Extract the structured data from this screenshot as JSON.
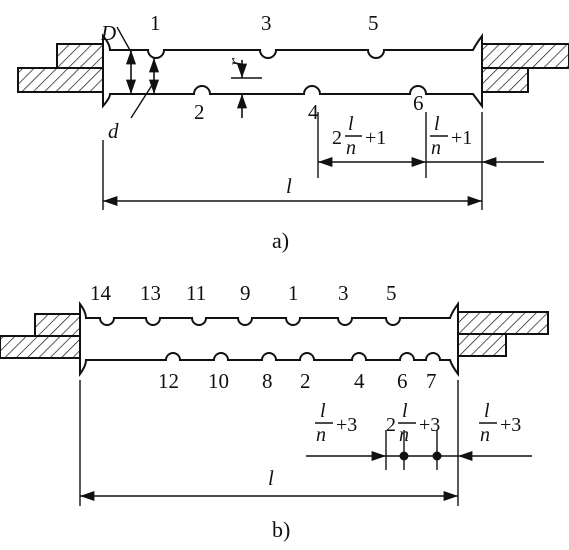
{
  "figure_a": {
    "caption": "a)",
    "hole_labels_top": [
      "1",
      "3",
      "5"
    ],
    "hole_labels_bottom": [
      "2",
      "4",
      "6"
    ],
    "symbol_D": "D",
    "symbol_d": "d",
    "symbol_r": "r",
    "length_label": "l",
    "dim_left": {
      "coef": "2",
      "num": "l",
      "den": "n",
      "suffix": "+1"
    },
    "dim_right": {
      "num": "l",
      "den": "n",
      "suffix": "+1"
    }
  },
  "figure_b": {
    "caption": "b)",
    "hole_labels_top": [
      "14",
      "13",
      "11",
      "9",
      "1",
      "3",
      "5"
    ],
    "hole_labels_bottom": [
      "12",
      "10",
      "8",
      "2",
      "4",
      "6",
      "7"
    ],
    "length_label": "l",
    "dim_left": {
      "num": "l",
      "den": "n",
      "suffix": "+3"
    },
    "dim_mid": {
      "coef": "2",
      "num": "l",
      "den": "n",
      "suffix": "+3"
    },
    "dim_right": {
      "num": "l",
      "den": "n",
      "suffix": "+3"
    }
  }
}
